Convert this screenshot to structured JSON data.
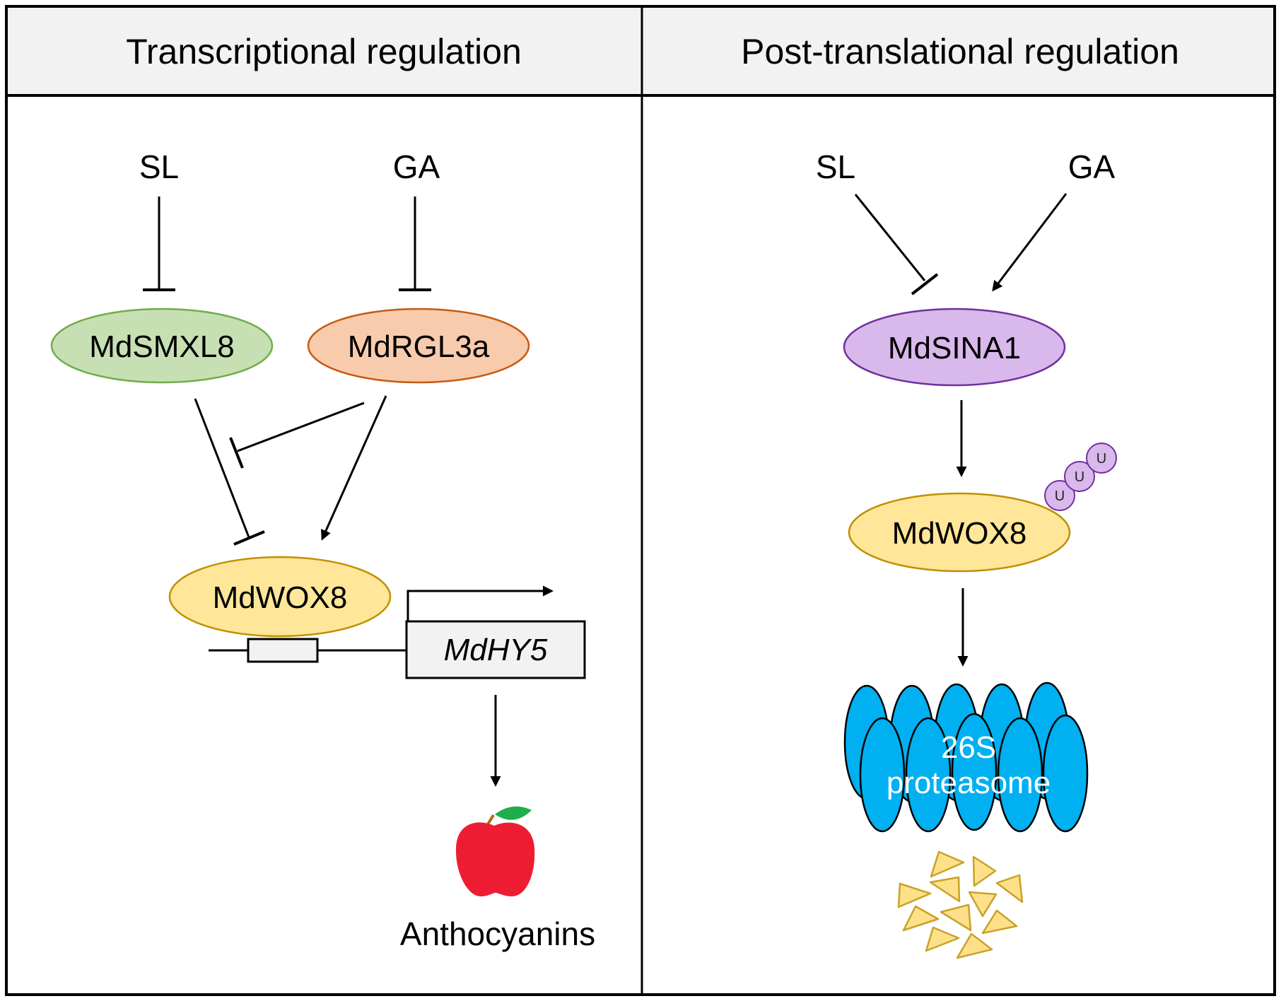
{
  "panels": [
    {
      "title": "Transcriptional regulation",
      "signals": [
        "SL",
        "GA"
      ],
      "nodes": {
        "smxl8": "MdSMXL8",
        "rgl3a": "MdRGL3a",
        "wox8": "MdWOX8"
      },
      "gene": "MdHY5",
      "output": "Anthocyanins"
    },
    {
      "title": "Post-translational regulation",
      "signals": [
        "SL",
        "GA"
      ],
      "nodes": {
        "sina1": "MdSINA1",
        "wox8": "MdWOX8"
      },
      "ubiquitin_label": "U",
      "ubiquitin_count": 3,
      "proteasome": [
        "26S",
        "proteasome"
      ]
    }
  ],
  "colors": {
    "header_bg": "#f2f2f2",
    "smxl8_fill": "#c6e0b4",
    "smxl8_stroke": "#70ad47",
    "rgl3a_fill": "#f8cbad",
    "rgl3a_stroke": "#c55a11",
    "wox8_fill": "#ffe699",
    "wox8_stroke": "#bf9000",
    "sina1_fill": "#d9b8ec",
    "sina1_stroke": "#7030a0",
    "proteasome_fill": "#00b0f0",
    "apple_red": "#ee1c33",
    "leaf_green": "#1fae4b",
    "fragment_fill": "#ffe08a",
    "fragment_stroke": "#c9a227"
  }
}
